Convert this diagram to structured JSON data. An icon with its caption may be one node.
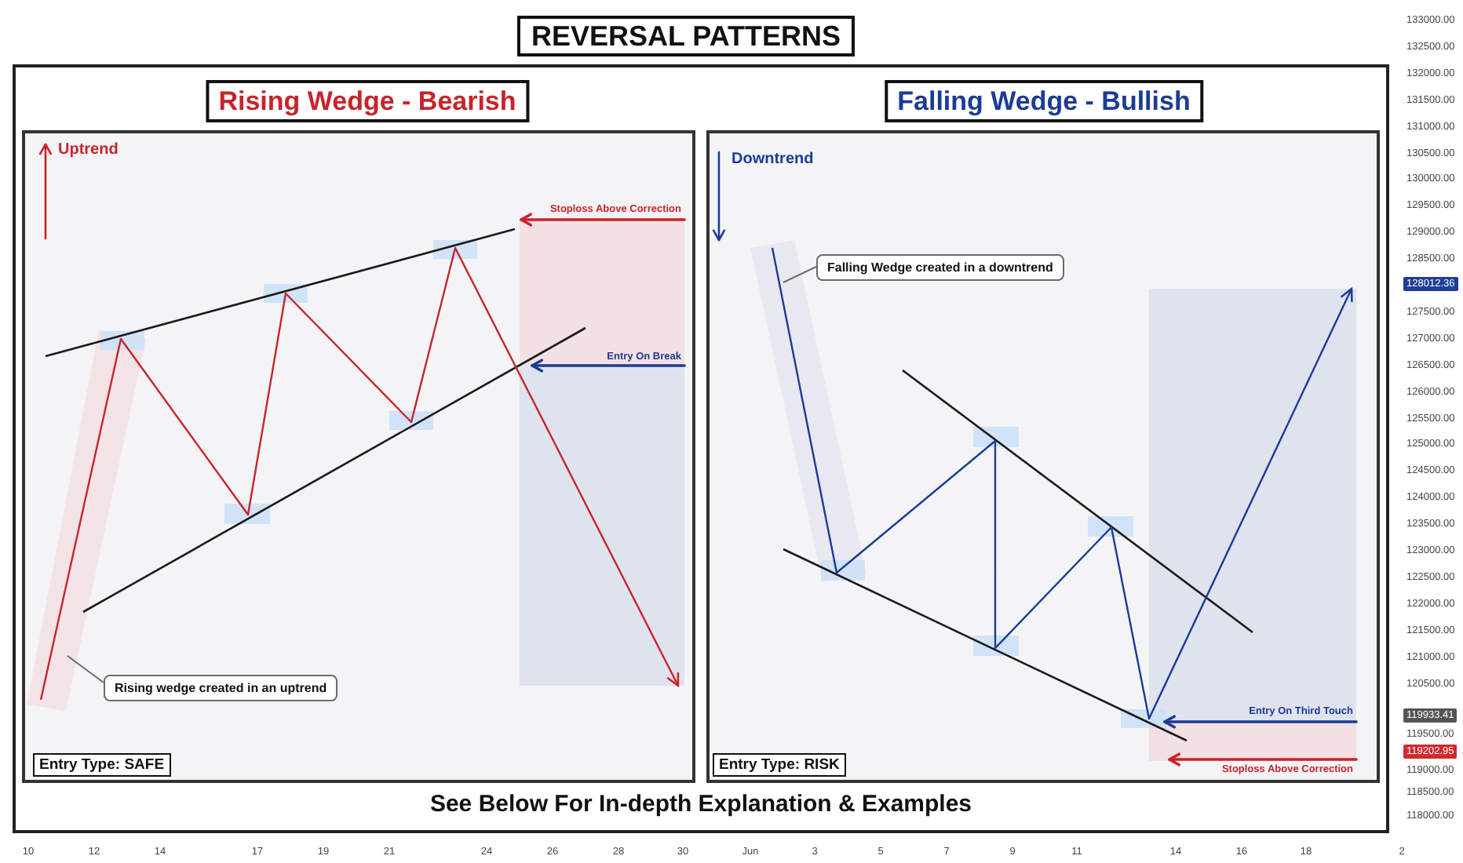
{
  "diagram": {
    "nodes": [
      {
        "text": [
          "REVERSAL PATTERNS"
        ]
      },
      {
        "text": [
          "See Below For In-depth Explanation & Examples"
        ]
      },
      {
        "text": [
          "Rising Wedge - Bearish"
        ],
        "in": 1
      },
      {
        "text": [
          "Falling Wedge - Bullish"
        ],
        "in": 1
      },
      {
        "text": [],
        "shape": "box",
        "in": 1
      },
      {
        "text": [],
        "shape": "box",
        "in": 4,
        "beside": [
          "Stoploss Above Correction"
        ]
      },
      {
        "text": [],
        "shape": "box",
        "in": 4
      },
      {
        "text": [
          "Rising wedge created in an uptrend"
        ],
        "in": 4
      },
      {
        "text": [
          "Entry Type: SAFE"
        ],
        "in": 4
      },
      {
        "text": [],
        "shape": "box",
        "in": 1
      },
      {
        "text": [
          "Falling Wedge created in a downtrend"
        ],
        "in": 9
      },
      {
        "text": [],
        "shape": "box",
        "in": 9
      },
      {
        "text": [],
        "shape": "box",
        "in": 9,
        "beside": [
          "Stoploss Above Correction"
        ]
      },
      {
        "text": [
          "Entry Type: RISK"
        ],
        "in": 9
      }
    ],
    "edges": [
      {
        "from": 7,
        "to": null,
        "arrow": "none"
      },
      {
        "from": 10,
        "to": null,
        "arrow": "none"
      },
      {
        "from": null,
        "to": 6,
        "arrow": "to",
        "color": "#c9232b"
      },
      {
        "from": null,
        "to": 11,
        "arrow": "to",
        "color": "#1c3b95"
      }
    ],
    "labels": [
      "Uptrend",
      "Downtrend",
      "Entry On Break",
      "Entry On Third Touch",
      "133000.00",
      "132500.00",
      "132000.00",
      "131500.00",
      "131000.00",
      "130500.00",
      "130000.00",
      "129500.00",
      "129000.00",
      "128500.00",
      "128012.36",
      "127500.00",
      "127000.00",
      "126500.00",
      "126000.00",
      "125500.00",
      "125000.00",
      "124500.00",
      "124000.00",
      "123500.00",
      "123000.00",
      "122500.00",
      "122000.00",
      "121500.00",
      "121000.00",
      "120500.00",
      "119933.41",
      "119500.00",
      "119202.95",
      "119000.00",
      "118500.00",
      "118000.00",
      "10",
      "12",
      "14",
      "17",
      "19",
      "21",
      "24",
      "26",
      "28",
      "30",
      "Jun",
      "3",
      "5",
      "7",
      "9",
      "11",
      "14",
      "16",
      "18",
      "2"
    ]
  }
}
